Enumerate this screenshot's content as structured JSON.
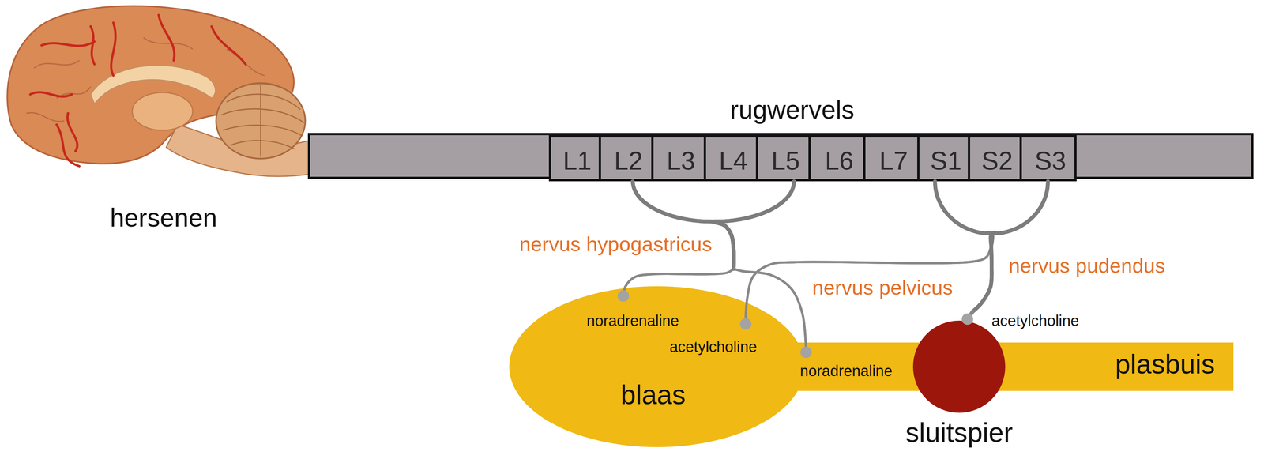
{
  "diagram": {
    "nodes": [
      {
        "text": [
          "rugwervels"
        ]
      },
      {
        "text": [
          "L1"
        ],
        "in": 0
      },
      {
        "text": [
          "L2"
        ],
        "in": 0
      },
      {
        "text": [
          "L3"
        ],
        "in": 0
      },
      {
        "text": [
          "L4"
        ],
        "in": 0
      },
      {
        "text": [
          "L5"
        ],
        "in": 0
      },
      {
        "text": [
          "L6"
        ],
        "in": 0
      },
      {
        "text": [
          "L7"
        ],
        "in": 0
      },
      {
        "text": [
          "S1"
        ],
        "in": 0
      },
      {
        "text": [
          "S2"
        ],
        "in": 0
      },
      {
        "text": [
          "S3"
        ],
        "in": 0
      },
      {
        "text": [
          "blaas"
        ]
      },
      {
        "text": [
          "plasbuis"
        ]
      },
      {
        "text": [
          "sluitspier"
        ]
      }
    ],
    "edges": [
      {
        "from": 2,
        "to": 11,
        "arrow": "none"
      },
      {
        "from": 5,
        "to": 11,
        "arrow": "none"
      },
      {
        "from": 2,
        "to": 12,
        "arrow": "none"
      },
      {
        "from": 5,
        "to": 12,
        "arrow": "none"
      },
      {
        "from": 8,
        "to": 11,
        "arrow": "none"
      },
      {
        "from": 10,
        "to": 11,
        "arrow": "none"
      },
      {
        "from": 8,
        "to": 13,
        "arrow": "none"
      },
      {
        "from": 10,
        "to": 13,
        "arrow": "none"
      }
    ],
    "labels": [
      "hersenen",
      "nervus hypogastricus",
      "nervus pelvicus",
      "nervus pudendus",
      "noradrenaline",
      "acetylcholine",
      "noradrenaline",
      "acetylcholine"
    ]
  }
}
